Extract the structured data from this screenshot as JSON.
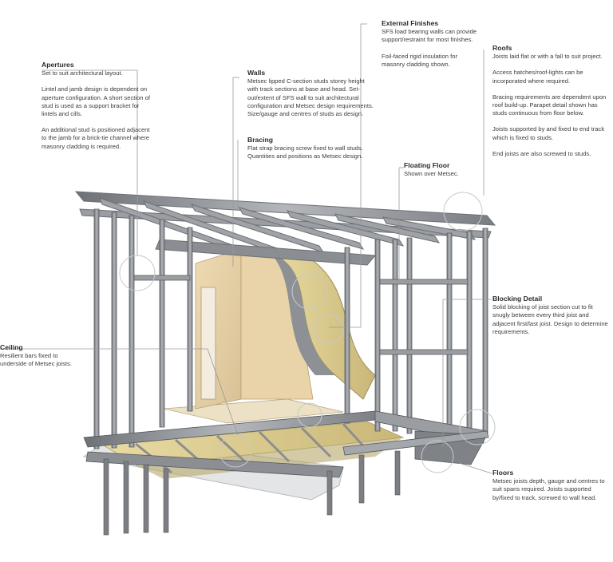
{
  "callouts": {
    "apertures": {
      "title": "Apertures",
      "paragraphs": [
        "Set to suit architectural layout.",
        "Lintel and jamb design is dependent on aperture configuration. A short section of stud is used as a support bracket for lintels and cills.",
        "An additional stud is positioned adjacent to the jamb for a brick-tie channel where masonry cladding is required."
      ]
    },
    "walls": {
      "title": "Walls",
      "paragraphs": [
        "Metsec lipped C-section studs storey height with track sections at base and head. Set-out/extent of SFS wall to suit architectural configuration and Metsec design requirements. Size/gauge and centres of studs as design."
      ]
    },
    "bracing": {
      "title": "Bracing",
      "paragraphs": [
        "Flat strap bracing screw fixed to wall studs. Quantities and positions as Metsec design."
      ]
    },
    "external_finishes": {
      "title": "External Finishes",
      "paragraphs": [
        "SFS load bearing walls can provide support/restraint for most finishes.",
        "Foil-faced rigid insulation for masonry cladding shown."
      ]
    },
    "roofs": {
      "title": "Roofs",
      "paragraphs": [
        "Joists laid flat or with a fall to suit project.",
        "Access hatches/roof-lights can be incorporated where required.",
        "Bracing requirements are dependent upon roof build-up. Parapet detail shown has studs continuous from floor below.",
        "Joists supported by and fixed to end track which is fixed to studs.",
        "End joists are also screwed to studs."
      ]
    },
    "floating_floor": {
      "title": "Floating Floor",
      "paragraphs": [
        "Shown over Metsec."
      ]
    },
    "blocking_detail": {
      "title": "Blocking Detail",
      "paragraphs": [
        "Solid blocking of joist section cut to fit snugly between every third joist and adjacent first/last joist. Design to determine requirements."
      ]
    },
    "ceiling": {
      "title": "Ceiling",
      "paragraphs": [
        "Resilient bars fixed to underside of Metsec joists."
      ]
    },
    "floors": {
      "title": "Floors",
      "paragraphs": [
        "Metsec joists depth, gauge and centres to suit spans required. Joists supported by/fixed to track, screwed to wall head."
      ]
    }
  },
  "colors": {
    "steel": "#8e9196",
    "steel_dark": "#5b5e63",
    "insulation": "#d8c88e",
    "board": "#e6d2a8",
    "leader": "#9a9a9a"
  }
}
